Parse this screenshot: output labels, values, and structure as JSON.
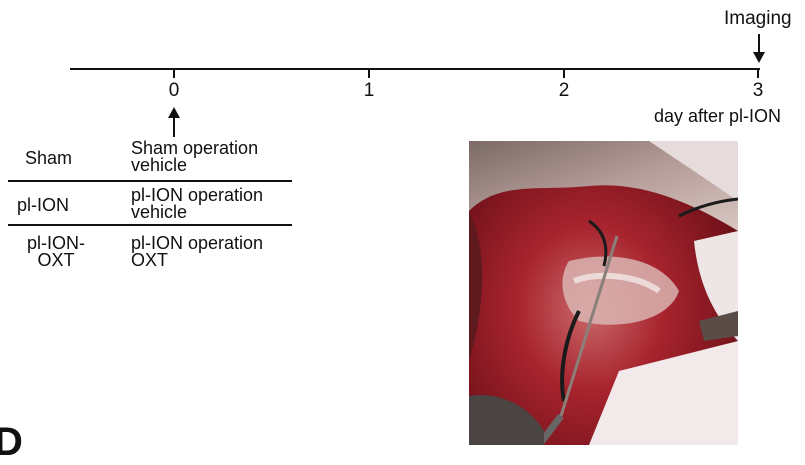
{
  "timeline": {
    "ticks": [
      "0",
      "1",
      "2",
      "3"
    ],
    "imaging_label": "Imaging",
    "unit_label": "day after pl-ION"
  },
  "groups": [
    {
      "name": "Sham",
      "treatment_line1": "Sham operation",
      "treatment_line2": "vehicle"
    },
    {
      "name": "pl-ION",
      "treatment_line1": "pl-ION operation",
      "treatment_line2": "vehicle"
    },
    {
      "name_line1": "pl-ION-",
      "name_line2": "OXT",
      "treatment_line1": "pl-ION operation",
      "treatment_line2": "OXT"
    }
  ],
  "photo": {
    "description_icon": "surgical-photo"
  }
}
